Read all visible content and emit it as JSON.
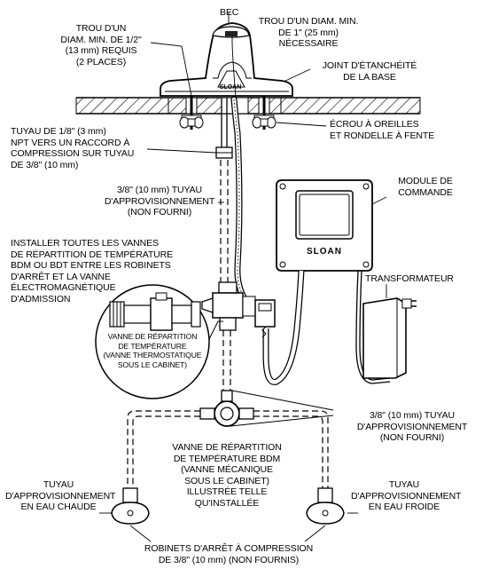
{
  "labels": {
    "bec": "BEC",
    "trou_half": "TROU D'UN\nDIAM. MIN. DE 1/2\"\n(13 mm) REQUIS\n(2 PLACES)",
    "trou_one": "TROU D'UN DIAM. MIN.\nDE 1\" (25 mm)\nNÉCESSAIRE",
    "joint": "JOINT D'ÉTANCHÉITÉ\nDE LA BASE",
    "ecrou": "ÉCROU À OREILLES\nET RONDELLE À FENTE",
    "tuyau_eighth": "TUYAU DE 1/8\" (3 mm)\nNPT VERS UN RACCORD À\nCOMPRESSION SUR TUYAU\nDE 3/8\" (10 mm)",
    "supply_top": "3/8\" (10 mm) TUYAU\nD'APPROVISIONNEMENT\n(NON FOURNI)",
    "module": "MODULE DE\nCOMMANDE",
    "installer": "INSTALLER TOUTES LES VANNES\nDE RÉPARTITION DE TEMPÉRATURE\nBDM OU BDT ENTRE LES ROBINETS\nD'ARRÊT ET LA VANNE\nÉLECTROMAGNÉTIQUE\nD'ADMISSION",
    "transformer": "TRANSFORMATEUR",
    "thermostatic": "VANNE DE RÉPARTITION\nDE TEMPÉRATURE\n(VANNE THERMOSTATIQUE\nSOUS LE CABINET)",
    "supply_right": "3/8\" (10 mm) TUYAU\nD'APPROVISIONNEMENT\n(NON FOURNI)",
    "bdm": "VANNE DE RÉPARTITION\nDE TEMPÉRATURE BDM\n(VANNE MÉCANIQUE\nSOUS LE CABINET)\nILLUSTRÉE TELLE\nQU'INSTALLÉE",
    "hot": "TUYAU\nD'APPROVISIONNEMENT\nEN EAU CHAUDE",
    "cold": "TUYAU\nD'APPROVISIONNEMENT\nEN EAU FROIDE",
    "stops": "ROBINETS D'ARRÊT À COMPRESSION\nDE 3/8\" (10 mm) (NON FOURNIS)"
  },
  "brand": {
    "faucet": "SLOAN",
    "module": "SLOAN"
  }
}
